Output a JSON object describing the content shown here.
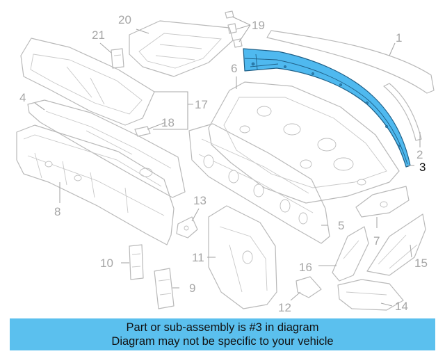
{
  "callouts": {
    "c1": "1",
    "c2": "2",
    "c3": "3",
    "c4": "4",
    "c5": "5",
    "c6": "6",
    "c7": "7",
    "c8": "8",
    "c9": "9",
    "c10": "10",
    "c11": "11",
    "c12": "12",
    "c13": "13",
    "c14": "14",
    "c15": "15",
    "c16": "16",
    "c17": "17",
    "c18": "18",
    "c19": "19",
    "c20": "20",
    "c21": "21"
  },
  "highlighted_part": "3",
  "colors": {
    "highlight": "#4fb9ef",
    "banner": "#5bc0ee",
    "linework": "#b9b9b9"
  },
  "banner": {
    "line1": "Part or sub-assembly is #3 in diagram",
    "line2": "Diagram may not be specific to your vehicle"
  }
}
